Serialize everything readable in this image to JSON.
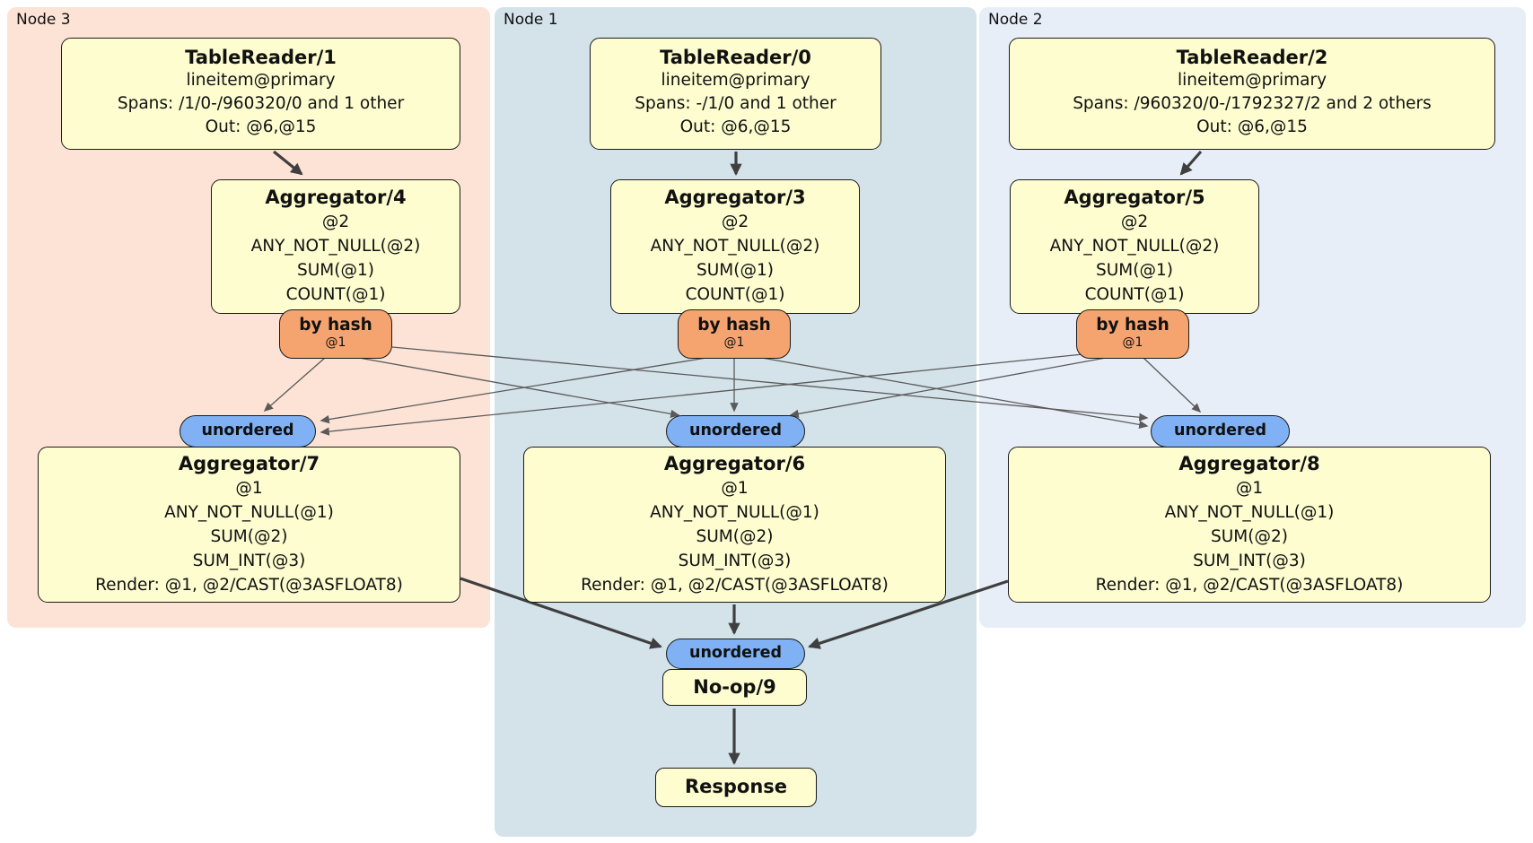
{
  "regions": {
    "node3": {
      "label": "Node 3",
      "bg": "#fce3d5"
    },
    "node1": {
      "label": "Node 1",
      "bg": "#d4e2ea"
    },
    "node2": {
      "label": "Node 2",
      "bg": "#e8eef8"
    }
  },
  "processors": {
    "tablereader1": {
      "title": "TableReader/1",
      "index": "lineitem@primary",
      "spans": "Spans: /1/0-/960320/0 and 1 other",
      "out": "Out: @6,@15"
    },
    "tablereader0": {
      "title": "TableReader/0",
      "index": "lineitem@primary",
      "spans": "Spans: -/1/0 and 1 other",
      "out": "Out: @6,@15"
    },
    "tablereader2": {
      "title": "TableReader/2",
      "index": "lineitem@primary",
      "spans": "Spans: /960320/0-/1792327/2 and 2 others",
      "out": "Out: @6,@15"
    },
    "aggregator4": {
      "title": "Aggregator/4",
      "group": "@2",
      "fn1": "ANY_NOT_NULL(@2)",
      "fn2": "SUM(@1)",
      "fn3": "COUNT(@1)"
    },
    "aggregator3": {
      "title": "Aggregator/3",
      "group": "@2",
      "fn1": "ANY_NOT_NULL(@2)",
      "fn2": "SUM(@1)",
      "fn3": "COUNT(@1)"
    },
    "aggregator5": {
      "title": "Aggregator/5",
      "group": "@2",
      "fn1": "ANY_NOT_NULL(@2)",
      "fn2": "SUM(@1)",
      "fn3": "COUNT(@1)"
    },
    "aggregator7": {
      "title": "Aggregator/7",
      "group": "@1",
      "fn1": "ANY_NOT_NULL(@1)",
      "fn2": "SUM(@2)",
      "fn3": "SUM_INT(@3)",
      "render": "Render: @1, @2/CAST(@3ASFLOAT8)"
    },
    "aggregator6": {
      "title": "Aggregator/6",
      "group": "@1",
      "fn1": "ANY_NOT_NULL(@1)",
      "fn2": "SUM(@2)",
      "fn3": "SUM_INT(@3)",
      "render": "Render: @1, @2/CAST(@3ASFLOAT8)"
    },
    "aggregator8": {
      "title": "Aggregator/8",
      "group": "@1",
      "fn1": "ANY_NOT_NULL(@1)",
      "fn2": "SUM(@2)",
      "fn3": "SUM_INT(@3)",
      "render": "Render: @1, @2/CAST(@3ASFLOAT8)"
    },
    "noop": {
      "title": "No-op/9"
    },
    "response": {
      "title": "Response"
    }
  },
  "routers": {
    "hash_left": {
      "label": "by hash",
      "detail": "@1"
    },
    "hash_mid": {
      "label": "by hash",
      "detail": "@1"
    },
    "hash_right": {
      "label": "by hash",
      "detail": "@1"
    }
  },
  "streams": {
    "unordered_left": {
      "label": "unordered"
    },
    "unordered_mid": {
      "label": "unordered"
    },
    "unordered_right": {
      "label": "unordered"
    },
    "unordered_final": {
      "label": "unordered"
    }
  },
  "colors": {
    "node3_bg": "#fce3d5",
    "node1_bg": "#d4e2ea",
    "node2_bg": "#e8eef8",
    "processor_bg": "#fdfdd0",
    "router_bg": "#f5a46f",
    "stream_bg": "#7fb1f4",
    "edge_thin": "#5a5a5a",
    "edge_thick": "#3f3f3f"
  }
}
